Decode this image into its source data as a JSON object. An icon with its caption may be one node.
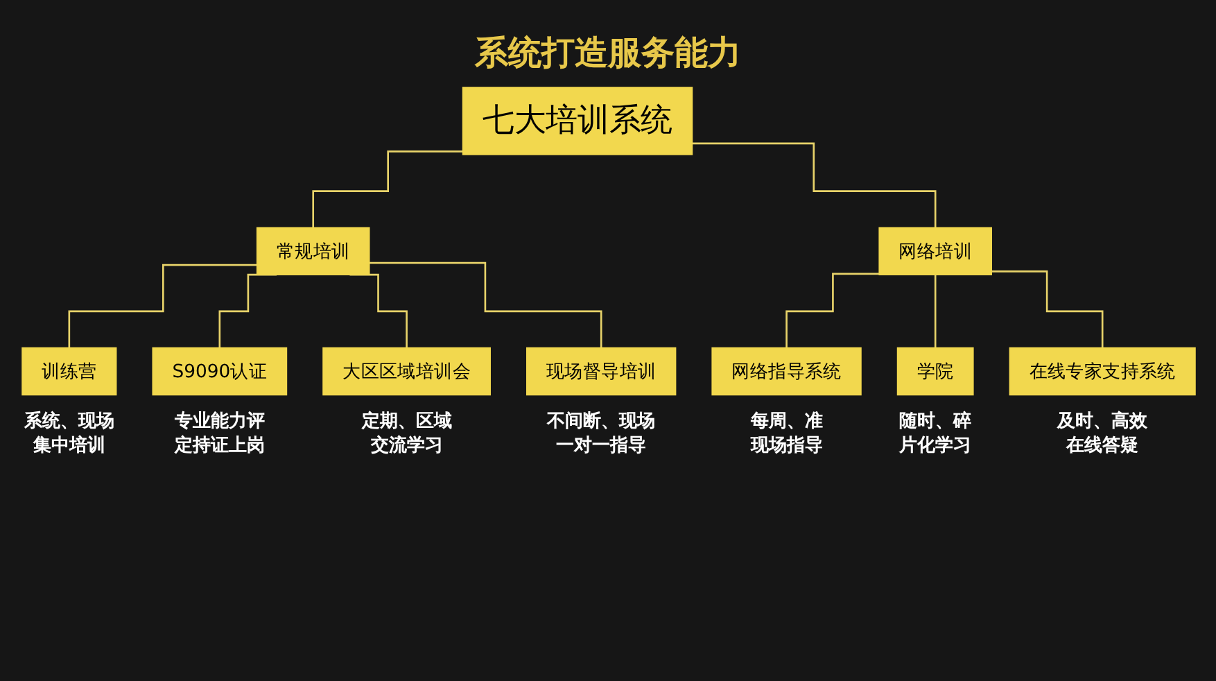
{
  "diagram": {
    "title": "系统打造服务能力",
    "nodes": [
      {
        "text": [
          "七大培训系统"
        ]
      },
      {
        "text": [
          "常规培训"
        ]
      },
      {
        "text": [
          "网络培训"
        ]
      },
      {
        "text": [
          "训练营"
        ],
        "beside": [
          "系统、现场集中培训"
        ]
      },
      {
        "text": [
          "S9090认证"
        ],
        "beside": [
          "专业能力评定持证上岗"
        ]
      },
      {
        "text": [
          "大区区域培训会"
        ],
        "beside": [
          "定期、区域交流学习"
        ]
      },
      {
        "text": [
          "现场督导培训"
        ],
        "beside": [
          "不间断、现场一对一指导"
        ]
      },
      {
        "text": [
          "网络指导系统"
        ],
        "beside": [
          "每周、准现场指导"
        ]
      },
      {
        "text": [
          "学院"
        ],
        "beside": [
          "随时、碎片化学习"
        ]
      },
      {
        "text": [
          "在线专家支持系统"
        ],
        "beside": [
          "及时、高效在线答疑"
        ]
      }
    ],
    "edges": [
      {
        "from": 0,
        "to": 1,
        "arrow": "none"
      },
      {
        "from": 0,
        "to": 2,
        "arrow": "none"
      },
      {
        "from": 1,
        "to": 3,
        "arrow": "none"
      },
      {
        "from": 1,
        "to": 4,
        "arrow": "none"
      },
      {
        "from": 1,
        "to": 5,
        "arrow": "none"
      },
      {
        "from": 1,
        "to": 6,
        "arrow": "none"
      },
      {
        "from": 2,
        "to": 7,
        "arrow": "none"
      },
      {
        "from": 2,
        "to": 8,
        "arrow": "none"
      },
      {
        "from": 2,
        "to": 9,
        "arrow": "none"
      }
    ]
  }
}
